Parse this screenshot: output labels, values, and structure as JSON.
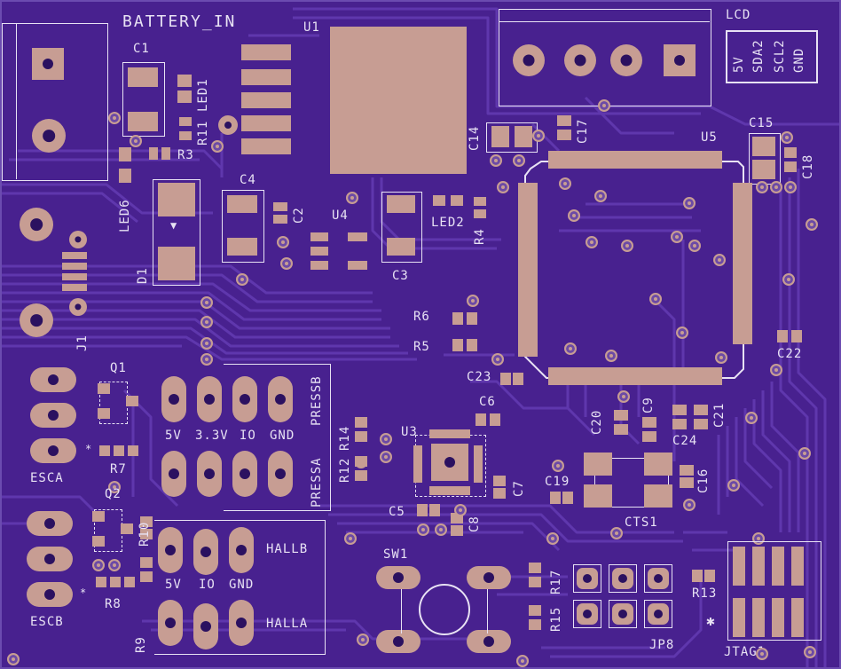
{
  "colors": {
    "board": "#48218f",
    "trace": "#5f37ad",
    "copper": "#c79d93",
    "silk": "#e8e2f4",
    "hole": "#2b1160"
  },
  "labels": {
    "battery_in": "BATTERY_IN",
    "u1": "U1",
    "c1": "C1",
    "led1": "LED1",
    "r11": "R11",
    "r3": "R3",
    "led6": "LED6",
    "c4": "C4",
    "c2": "C2",
    "d1": "D1",
    "u4": "U4",
    "c3": "C3",
    "led2": "LED2",
    "r4": "R4",
    "j1": "J1",
    "lcd": "LCD",
    "lcd_5v": "5V",
    "lcd_sda2": "SDA2",
    "lcd_scl2": "SCL2",
    "lcd_gnd": "GND",
    "c14": "C14",
    "c17": "C17",
    "c15": "C15",
    "c18": "C18",
    "u5": "U5",
    "r6": "R6",
    "r5": "R5",
    "c22": "C22",
    "c23": "C23",
    "c6": "C6",
    "c20": "C20",
    "c9": "C9",
    "c21": "C21",
    "c24": "C24",
    "u3": "U3",
    "r14": "R14",
    "r12": "R12",
    "c7": "C7",
    "c5": "C5",
    "c8": "C8",
    "c19": "C19",
    "c16": "C16",
    "cts1": "CTS1",
    "q1": "Q1",
    "r7": "R7",
    "esca": "ESCA",
    "q2": "Q2",
    "r10": "R10",
    "r8": "R8",
    "escb": "ESCB",
    "r9": "R9",
    "press_5v": "5V",
    "press_33v": "3.3V",
    "press_io": "IO",
    "press_gnd": "GND",
    "pressb": "PRESSB",
    "pressa": "PRESSA",
    "hall_5v": "5V",
    "hall_io": "IO",
    "hall_gnd": "GND",
    "hallb": "HALLB",
    "halla": "HALLA",
    "sw1": "SW1",
    "r17": "R17",
    "r15": "R15",
    "jp8": "JP8",
    "r13": "R13",
    "jtag1": "JTAG1"
  }
}
